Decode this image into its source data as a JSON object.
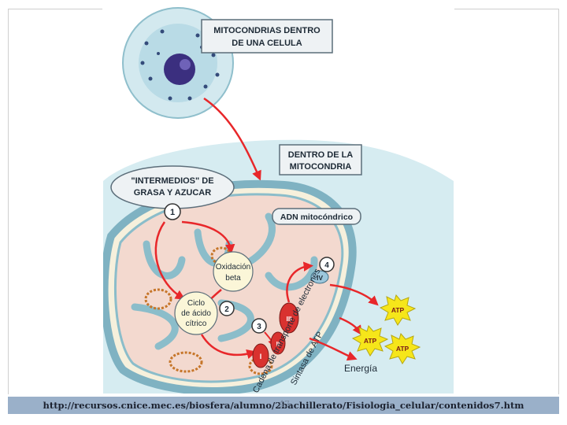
{
  "labels": {
    "mito_cell": [
      "MITOCONDRIAS DENTRO",
      "DE UNA CELULA"
    ],
    "inside_mito": [
      "DENTRO DE LA",
      "MITOCONDRIA"
    ],
    "intermedios": [
      "\"INTERMEDIOS\" DE",
      "GRASA Y AZUCAR"
    ],
    "adn": "ADN mitocóndrico",
    "oxidacion": [
      "Oxidación",
      "beta"
    ],
    "ciclo": [
      "Ciclo",
      "de ácido",
      "cítrico"
    ],
    "cadena": "Cadena de transporte de electrones",
    "sintasa": "Sintasa de ATP",
    "energia": "Energía",
    "atp": "ATP",
    "steps": [
      "1",
      "2",
      "3",
      "4"
    ],
    "complexes": [
      "I",
      "II",
      "III",
      "IV"
    ]
  },
  "footer": {
    "url": "http://recursos.cnice.mec.es/biosfera/alumno/2bachillerato/Fisiologia_celular/contenidos7.htm",
    "page_number": "47"
  },
  "colors": {
    "cytoplasm": "#d6ecf1",
    "mito_membrane": "#b9dbe3",
    "arrow_red": "#e8272a",
    "atp_yellow": "#f6e61a",
    "label_box": "#eef2f4"
  }
}
